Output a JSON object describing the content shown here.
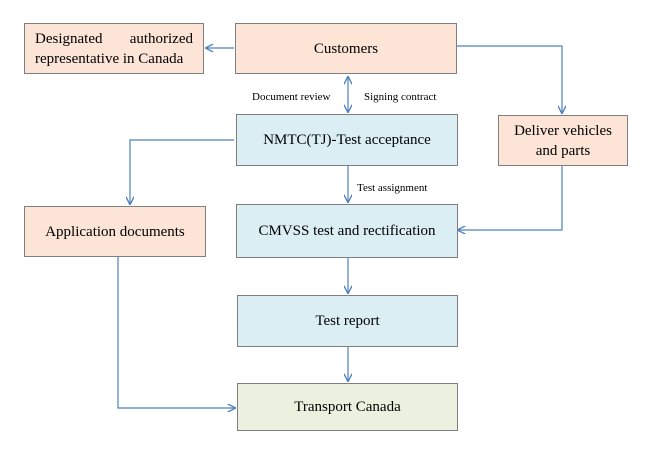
{
  "nodes": {
    "representative": {
      "line1": "Designated authorized",
      "line2": "representative in Canada"
    },
    "customers": {
      "label": "Customers"
    },
    "nmtc": {
      "label": "NMTC(TJ)-Test  acceptance"
    },
    "deliver": {
      "line1": "Deliver vehicles",
      "line2": "and parts"
    },
    "application": {
      "label": "Application documents"
    },
    "cmvss": {
      "label": "CMVSS test and rectification"
    },
    "report": {
      "label": "Test report"
    },
    "transport": {
      "label": "Transport  Canada"
    }
  },
  "edge_labels": {
    "document_review": "Document review",
    "signing_contract": "Signing contract",
    "test_assignment": "Test assignment"
  },
  "colors": {
    "peach": "#fce4d6",
    "blue": "#dbeef4",
    "green": "#ebf1de",
    "border": "#7f7f7f",
    "arrow": "#4f81bd"
  }
}
